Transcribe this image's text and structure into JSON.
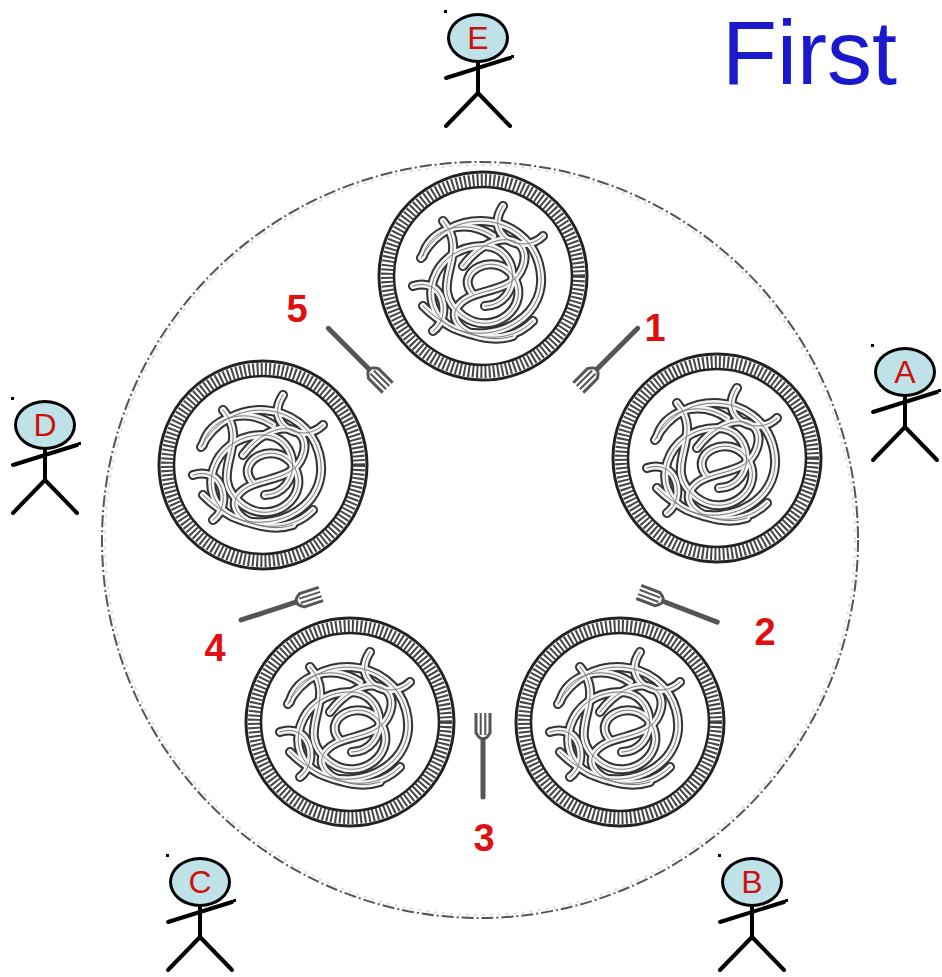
{
  "diagram": {
    "title": "First",
    "nodes": [
      {
        "text": [
          "E"
        ]
      },
      {
        "text": [
          "A"
        ]
      },
      {
        "text": [
          "D"
        ]
      },
      {
        "text": [
          "C"
        ]
      },
      {
        "text": [
          "B"
        ]
      }
    ],
    "labels": [
      "1",
      "2",
      "3",
      "4",
      "5"
    ]
  }
}
